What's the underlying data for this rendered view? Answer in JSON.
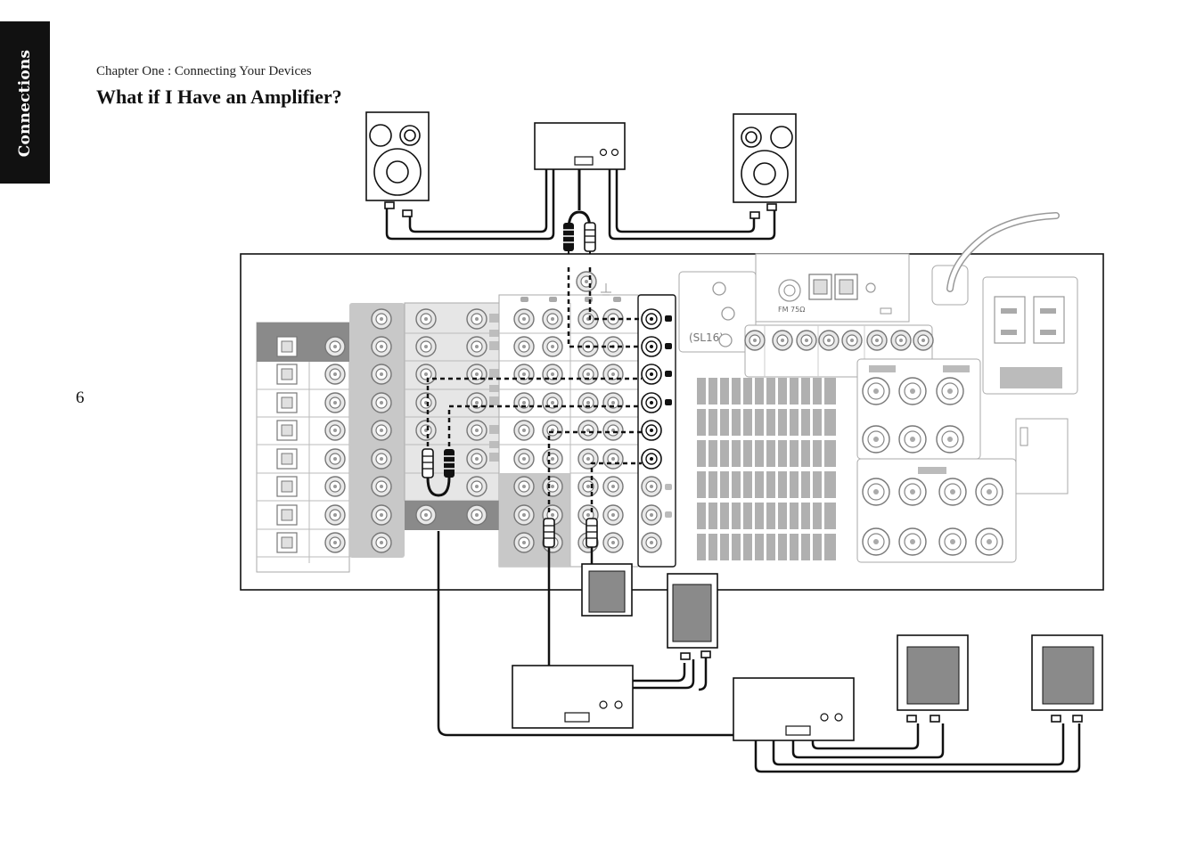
{
  "side_tab": {
    "label": "Connections"
  },
  "header": {
    "chapter": "Chapter One : Connecting Your Devices",
    "title": "What if I Have an Amplifier?"
  },
  "page": {
    "number": "6"
  },
  "diagram": {
    "receiver_labels": {
      "fm": "FM 75Ω",
      "sl16": "(SL16)"
    },
    "colors": {
      "panel_gray": "#c8c8c8",
      "dark_block": "#8a8a8a",
      "cable": "#111111"
    }
  }
}
